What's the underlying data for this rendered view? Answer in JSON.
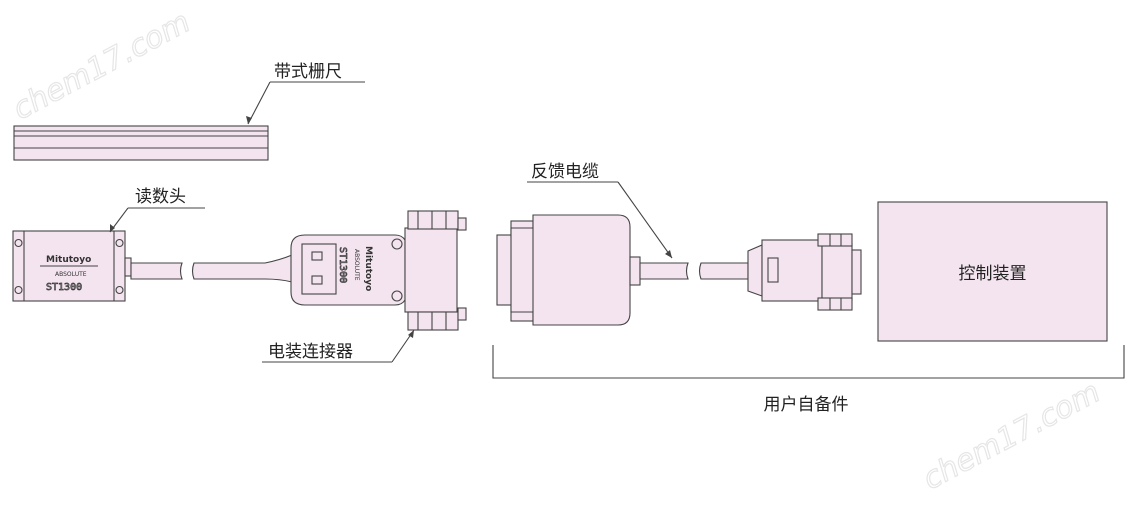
{
  "labels": {
    "tape_scale": "带式栅尺",
    "read_head": "读数头",
    "feedback_cable": "反馈电缆",
    "electrical_connector": "电装连接器",
    "controller": "控制装置",
    "user_supplied": "用户自备件"
  },
  "product_markings": {
    "brand": "Mitutoyo",
    "series": "ABSOLUTE",
    "model": "ST1300"
  },
  "watermark": "chem17.com",
  "colors": {
    "part_fill": "#f4e4ef",
    "outline": "#444444"
  }
}
